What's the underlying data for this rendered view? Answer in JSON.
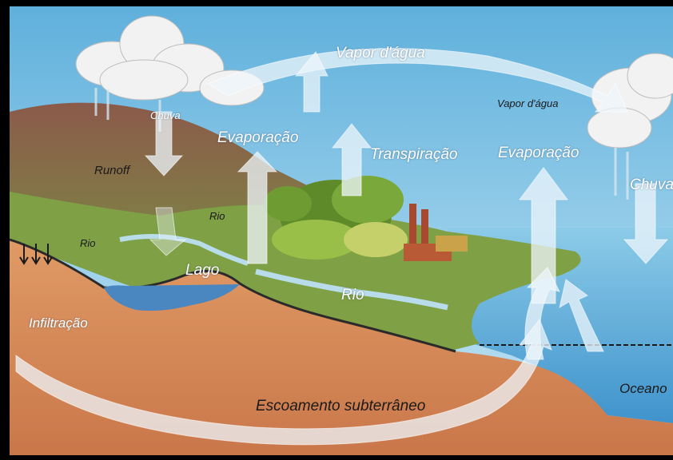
{
  "diagram": {
    "labels": {
      "vapor_top": "Vapor d'água",
      "vapor_right": "Vapor d'água",
      "chuva_left": "Chuva",
      "chuva_right": "Chuva",
      "evaporacao_left": "Evaporação",
      "evaporacao_right": "Evaporação",
      "transpiracao": "Transpiração",
      "runoff": "Runoff",
      "rio_left": "Rio",
      "rio_upper": "Rio",
      "rio_center": "Rio",
      "lago": "Lago",
      "infiltracao": "Infiltração",
      "escoamento": "Escoamento subterrâneo",
      "oceano": "Oceano"
    },
    "colors": {
      "sky": "#8ec6e6",
      "land": "#6f8f3c",
      "soil": "#d98a55",
      "water": "#5aa6d8",
      "arrow": "#e6f0f8",
      "frame": "#000000"
    }
  }
}
